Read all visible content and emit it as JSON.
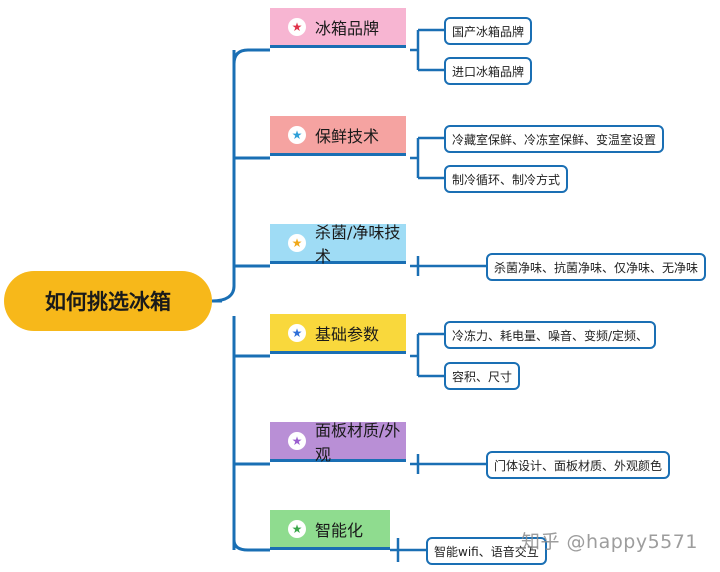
{
  "root": {
    "label": "如何挑选冰箱",
    "color": "#f7b81a"
  },
  "branches": [
    {
      "label": "冰箱品牌",
      "color": "#f7b5d2",
      "star_color": "#e0334a",
      "items": [
        "国产冰箱品牌",
        "进口冰箱品牌"
      ]
    },
    {
      "label": "保鲜技术",
      "color": "#f5a3a1",
      "star_color": "#2f9fd8",
      "items": [
        "冷藏室保鲜、冷冻室保鲜、变温室设置",
        "制冷循环、制冷方式"
      ]
    },
    {
      "label": "杀菌/净味技术",
      "color": "#9fdcf5",
      "star_color": "#f0a81a",
      "items": [
        "杀菌净味、抗菌净味、仅净味、无净味"
      ]
    },
    {
      "label": "基础参数",
      "color": "#f9d83c",
      "star_color": "#2f6fd8",
      "items": [
        "冷冻力、耗电量、噪音、变频/定频、",
        "容积、尺寸"
      ]
    },
    {
      "label": "面板材质/外观",
      "color": "#b98fd6",
      "star_color": "#9b5fcf",
      "items": [
        "门体设计、面板材质、外观颜色"
      ]
    },
    {
      "label": "智能化",
      "color": "#8fdc8f",
      "star_color": "#3aa64a",
      "items": [
        "智能wifi、语音交互"
      ]
    }
  ],
  "line_color": "#1a6fb4",
  "watermark": "知乎 @happy5571"
}
